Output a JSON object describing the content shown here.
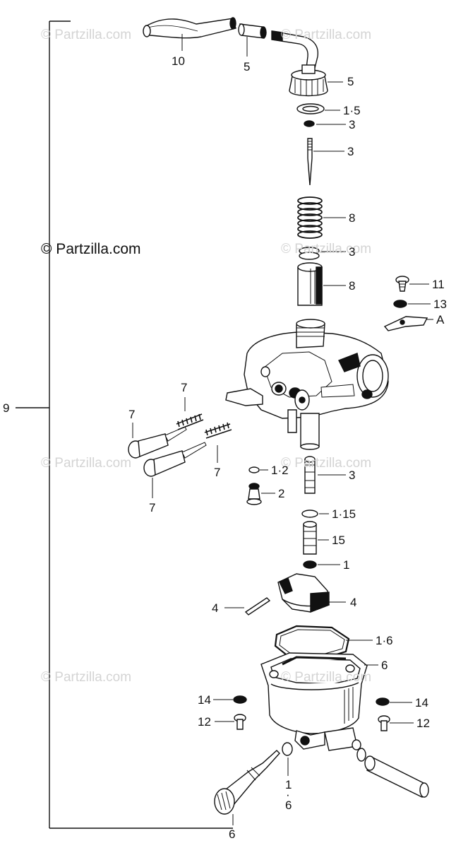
{
  "watermarks": {
    "main": "© Partzilla.com",
    "faint": "© Partzilla.com"
  },
  "callouts": {
    "c10": "10",
    "c5_collar": "5",
    "c5_cap": "5",
    "c1_5": "1·5",
    "c3_clip": "3",
    "c3_needle": "3",
    "c8_spring": "8",
    "c3_retainer": "3",
    "c8_slide": "8",
    "c11": "11",
    "c13": "13",
    "cA": "A",
    "c9": "9",
    "c7_spring_top": "7",
    "c7_screw_left": "7",
    "c7_spring_mid": "7",
    "c7_screw_bottom": "7",
    "c1_2": "1·2",
    "c2": "2",
    "c3_jet_holder": "3",
    "c1_15": "1·15",
    "c15": "15",
    "c1_oring": "1",
    "c4_pin": "4",
    "c4_float": "4",
    "c1_6": "1·6",
    "c6_bowl": "6",
    "c14_left": "14",
    "c14_right": "14",
    "c12_left": "12",
    "c12_right": "12",
    "c1_drain_a": "1",
    "c1_drain_dot": "·",
    "c1_drain_b": "6",
    "c6_drain": "6"
  }
}
